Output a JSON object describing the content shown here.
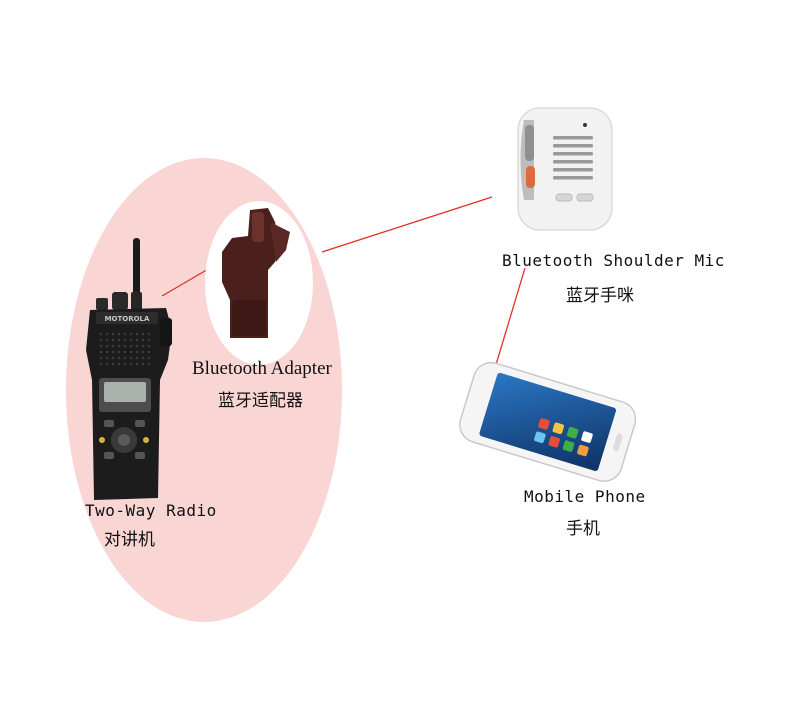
{
  "colors": {
    "halo": "#f9d5d3",
    "link": "#e0302a",
    "device_dark": "#1c1c1c",
    "adapter": "#4a1f1c",
    "mic_body": "#f2f2f2",
    "mic_accent": "#e06a40",
    "phone_body": "#f5f5f5",
    "phone_screen": "#1f5fa8"
  },
  "devices": {
    "radio": {
      "label_en": "Two-Way Radio",
      "label_zh": "对讲机",
      "brand": "MOTOROLA",
      "icon": "two-way-radio-icon"
    },
    "adapter": {
      "label_en": "Bluetooth Adapter",
      "label_zh": "蓝牙适配器",
      "icon": "bluetooth-adapter-icon"
    },
    "mic": {
      "label_en": "Bluetooth Shoulder Mic",
      "label_zh": "蓝牙手咪",
      "icon": "shoulder-mic-icon"
    },
    "phone": {
      "label_en": "Mobile Phone",
      "label_zh": "手机",
      "icon": "smartphone-icon"
    }
  }
}
